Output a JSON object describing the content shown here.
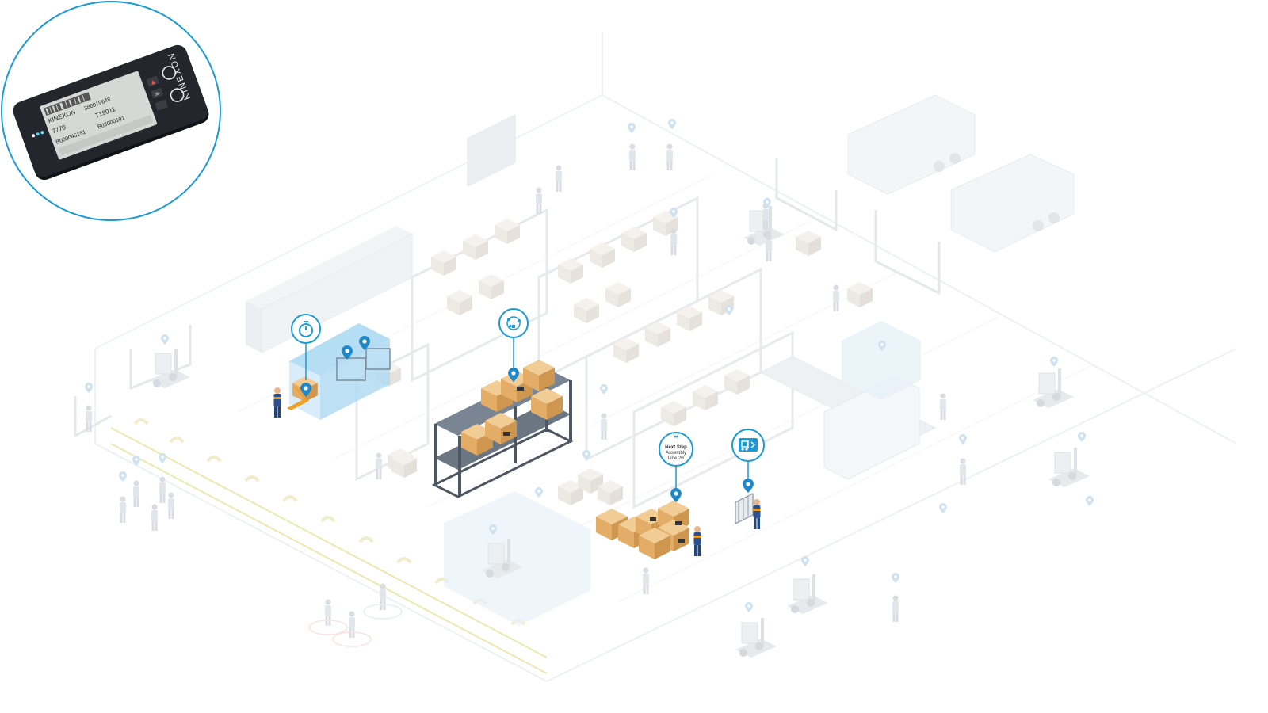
{
  "device": {
    "brand": "KINEXON",
    "screen_brand": "KINEXON",
    "code_1": "380019648",
    "code_2": "7770",
    "code_3": "T19011",
    "code_4": "B000045151",
    "code_5": "B03000191"
  },
  "callouts": {
    "next_step": {
      "line1": "Next Step",
      "line2": "Assembly",
      "line3": "Line 2B"
    }
  },
  "colors": {
    "accent": "#1a9ad6",
    "marker": "#1e88c8",
    "box": "#e8b87a",
    "box_dark": "#c9954f",
    "shelf_dark": "#5a6470",
    "faded": "#e9edf1",
    "line": "#dde3e8",
    "worker": "#2a4f8f",
    "vest": "#e89a2a"
  },
  "icons": {
    "timer": "stopwatch-icon",
    "analytics": "analytics-icon",
    "next_step": "quote-icon",
    "forklift": "forklift-icon",
    "location": "location-pin-icon"
  }
}
